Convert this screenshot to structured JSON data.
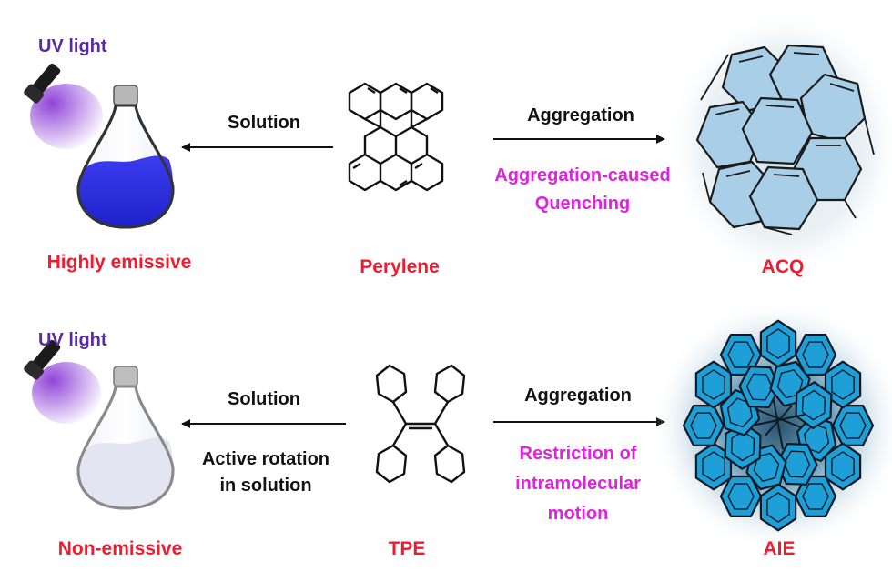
{
  "colors": {
    "emissive_fill": "#2d33e6",
    "nonemissive_fill": "#e6e8f4",
    "label_red": "#ee1c2e",
    "label_magenta": "#e022e0",
    "uv_purple": "#5b2ca0",
    "acq_fill": "#a9cfe8",
    "aie_fill": "#1e9fd8"
  },
  "top": {
    "uv_label": "UV light",
    "left_arrow_label": "Solution",
    "molecule_label": "Perylene",
    "right_arrow_label": "Aggregation",
    "mechanism": [
      "Aggregation-caused",
      "Quenching"
    ],
    "flask_label": "Highly emissive",
    "aggregate_label": "ACQ"
  },
  "bottom": {
    "uv_label": "UV light",
    "left_arrow_label": "Solution",
    "left_arrow_note": [
      "Active rotation",
      "in solution"
    ],
    "molecule_label": "TPE",
    "right_arrow_label": "Aggregation",
    "mechanism": [
      "Restriction of",
      "intramolecular",
      "motion"
    ],
    "flask_label": "Non-emissive",
    "aggregate_label": "AIE"
  }
}
